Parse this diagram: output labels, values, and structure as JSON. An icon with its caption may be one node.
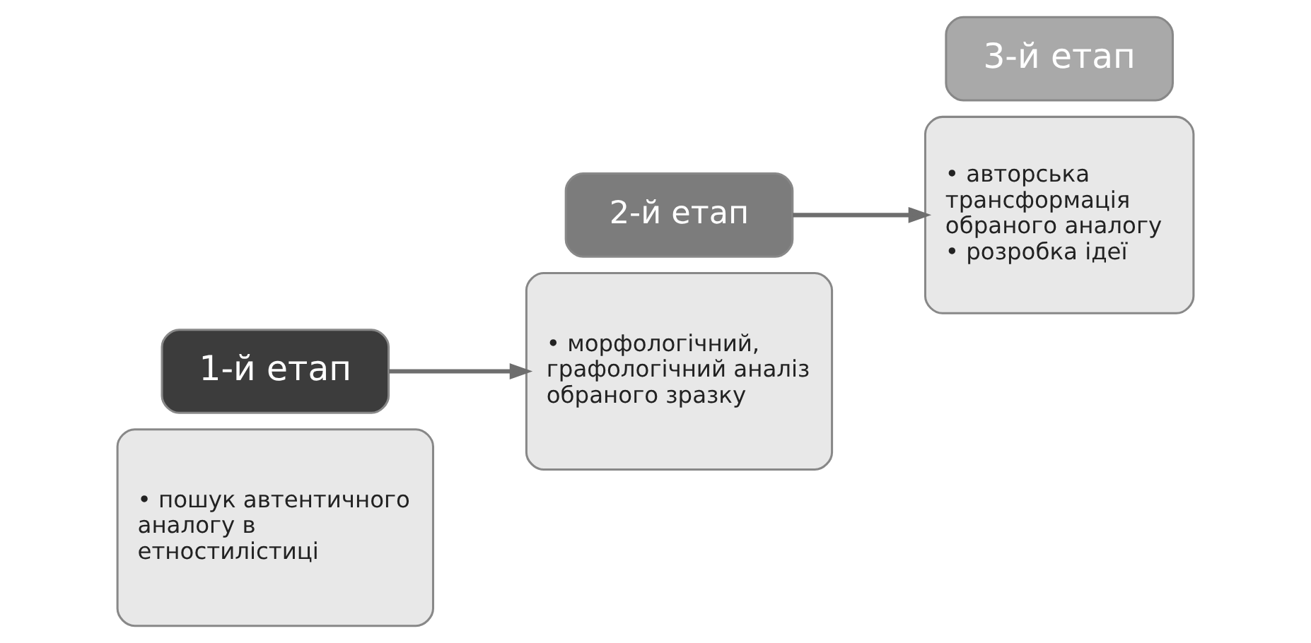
{
  "diagram": {
    "nodes": [
      {
        "text": [
          "• пошук автентичного аналогу в етностилістиці"
        ]
      },
      {
        "text": [
          "1-й етап"
        ]
      },
      {
        "text": [
          "2-й етап"
        ]
      },
      {
        "text": [
          "• морфологічний, графологічний аналіз обраного зразку"
        ]
      },
      {
        "text": [
          "• авторська трансформація обраного аналогу",
          "• розробка ідеї"
        ]
      },
      {
        "text": [
          "3-й етап"
        ]
      }
    ],
    "edges": [
      {
        "from": 1,
        "to": 3,
        "arrow": "to"
      },
      {
        "from": 2,
        "to": 4,
        "arrow": "to"
      }
    ]
  }
}
